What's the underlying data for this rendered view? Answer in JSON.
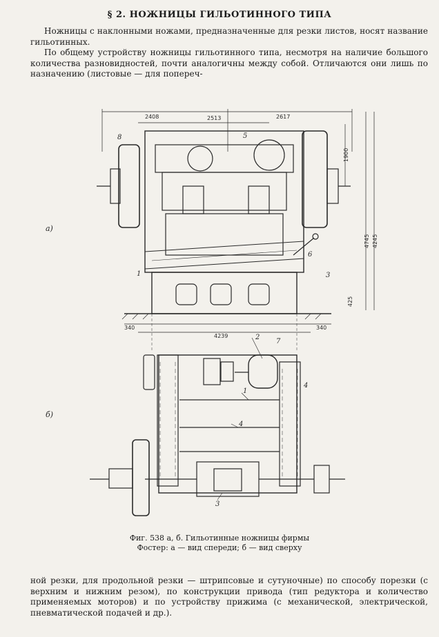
{
  "heading": "§ 2. НОЖНИЦЫ ГИЛЬОТИННОГО ТИПА",
  "intro": {
    "p1": "Ножницы с наклонными ножами, предназначенные для резки листов, носят название гильотинных.",
    "p2": "По общему устройству ножницы гильотинного типа, несмотря на наличие большого количества разновидностей, почти аналогичны между собой. Отличаются они лишь по назначению (листовые — для попереч-"
  },
  "figure": {
    "view_a_label": "а)",
    "view_b_label": "б)",
    "dims": {
      "left_width": "2408",
      "center_width": "2513",
      "right_width": "2617",
      "total_height": "4745",
      "sub_height": "4245",
      "right_height": "1900",
      "bottom_left": "340",
      "bottom_width": "4239",
      "bottom_right": "340",
      "base_height": "425"
    },
    "parts": [
      "1",
      "2",
      "3",
      "4",
      "5",
      "6",
      "7",
      "8"
    ],
    "caption_line1": "Фиг. 538 а, б. Гильотинные ножницы фирмы",
    "caption_line2": "Фостер: а — вид спереди; б — вид сверху"
  },
  "continuation": "ной резки, для продольной резки — штрипсовые и сутуночные) по способу порезки (с верхним и нижним резом), по конструкции привода (тип редуктора и количество применяемых моторов) и по устройству прижима (с механической, электрической, пневматической подачей и др.)."
}
